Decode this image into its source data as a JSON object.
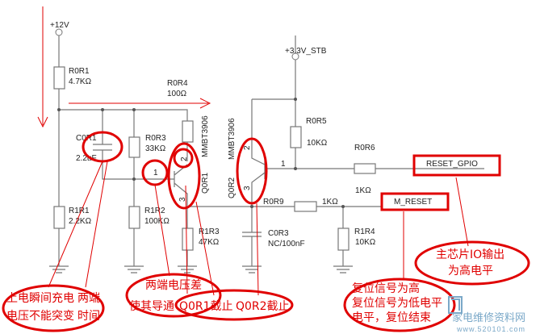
{
  "power": {
    "v12": "+12V",
    "v33": "+3.3V_STB"
  },
  "components": {
    "r0r1": {
      "ref": "R0R1",
      "value": "4.7KΩ"
    },
    "r0r4": {
      "ref": "R0R4",
      "value": "100Ω"
    },
    "c0r1": {
      "ref": "C0R1",
      "value": "2.2uF"
    },
    "r0r3": {
      "ref": "R0R3",
      "value": "33KΩ"
    },
    "r1r1": {
      "ref": "R1R1",
      "value": "2.2KΩ"
    },
    "r1r2": {
      "ref": "R1R2",
      "value": "100KΩ"
    },
    "r1r3": {
      "ref": "R1R3",
      "value": "47KΩ"
    },
    "q0r1": {
      "ref": "Q0R1",
      "part": "MMBT3906",
      "pin1": "1",
      "pin2": "2",
      "pin3": "3"
    },
    "q0r2": {
      "ref": "Q0R2",
      "part": "MMBT3906",
      "pin1": "1",
      "pin2": "2",
      "pin3": "3"
    },
    "r0r5": {
      "ref": "R0R5",
      "value": "10KΩ"
    },
    "r0r6": {
      "ref": "R0R6",
      "value": "1KΩ"
    },
    "r0r9": {
      "ref": "R0R9",
      "value": "1KΩ"
    },
    "c0r3": {
      "ref": "C0R3",
      "value": "NC/100nF"
    },
    "r1r4": {
      "ref": "R1R4",
      "value": "10KΩ"
    }
  },
  "nets": {
    "reset_gpio": "RESET_GPIO",
    "m_reset": "M_RESET"
  },
  "annotations": {
    "a1": {
      "line1": "上电瞬间充电",
      "line2": "电压不能突变",
      "overlap1": "两端",
      "overlap2": "时间"
    },
    "a2": {
      "line1": "两端电压差",
      "line2": "使其导通",
      "overlap1": "Q0R1截止",
      "overlap2": "Q0R2截止"
    },
    "a3": {
      "line1": "主芯片IO输出",
      "line2": "为高电平"
    },
    "a4": {
      "line1": "复位信号为高",
      "line2": "电平，复位结束",
      "overlap1": "复位信号为低电平"
    }
  },
  "watermark": {
    "name": "家电维修资料网",
    "url": "www.520101.com"
  },
  "colors": {
    "annotation": "#e00000",
    "wire": "#777777"
  }
}
